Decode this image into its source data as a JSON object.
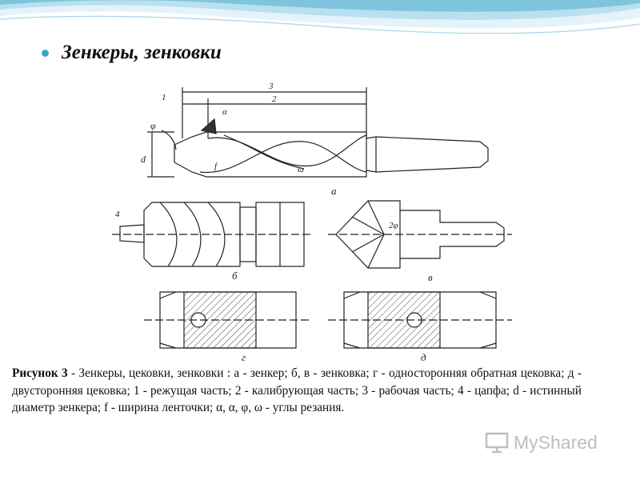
{
  "slide": {
    "title": "Зенкеры, зенковки"
  },
  "figure": {
    "labels": {
      "d": "d",
      "f": "f",
      "n1": "1",
      "n2": "2",
      "n3": "3",
      "n4": "4",
      "a_view": "а",
      "b_view": "б",
      "v_view": "в",
      "g_view": "г",
      "d_view": "д",
      "phi_angle": "φ",
      "alpha_angle": "α",
      "omega_angle": "ω",
      "two_phi": "2φ"
    }
  },
  "caption": {
    "bold_prefix": "Рисунок 3",
    "text": " - Зенкеры, цековки, зенковки : а - зенкер; б, в - зенковка; г - односторонняя обратная цековка; д - двусторонняя цековка;  1 - режущая часть; 2 - калибрующая часть; 3 - рабочая часть; 4 - цапфа; d - истинный диаметр зенкера; f - ширина ленточки; α, α, φ, ω - углы резания."
  },
  "watermark": {
    "text": "MyShared"
  },
  "colors": {
    "accent": "#3aa5c8",
    "wave_light": "#d6eef6",
    "wave_dark": "#8ccbe2"
  }
}
